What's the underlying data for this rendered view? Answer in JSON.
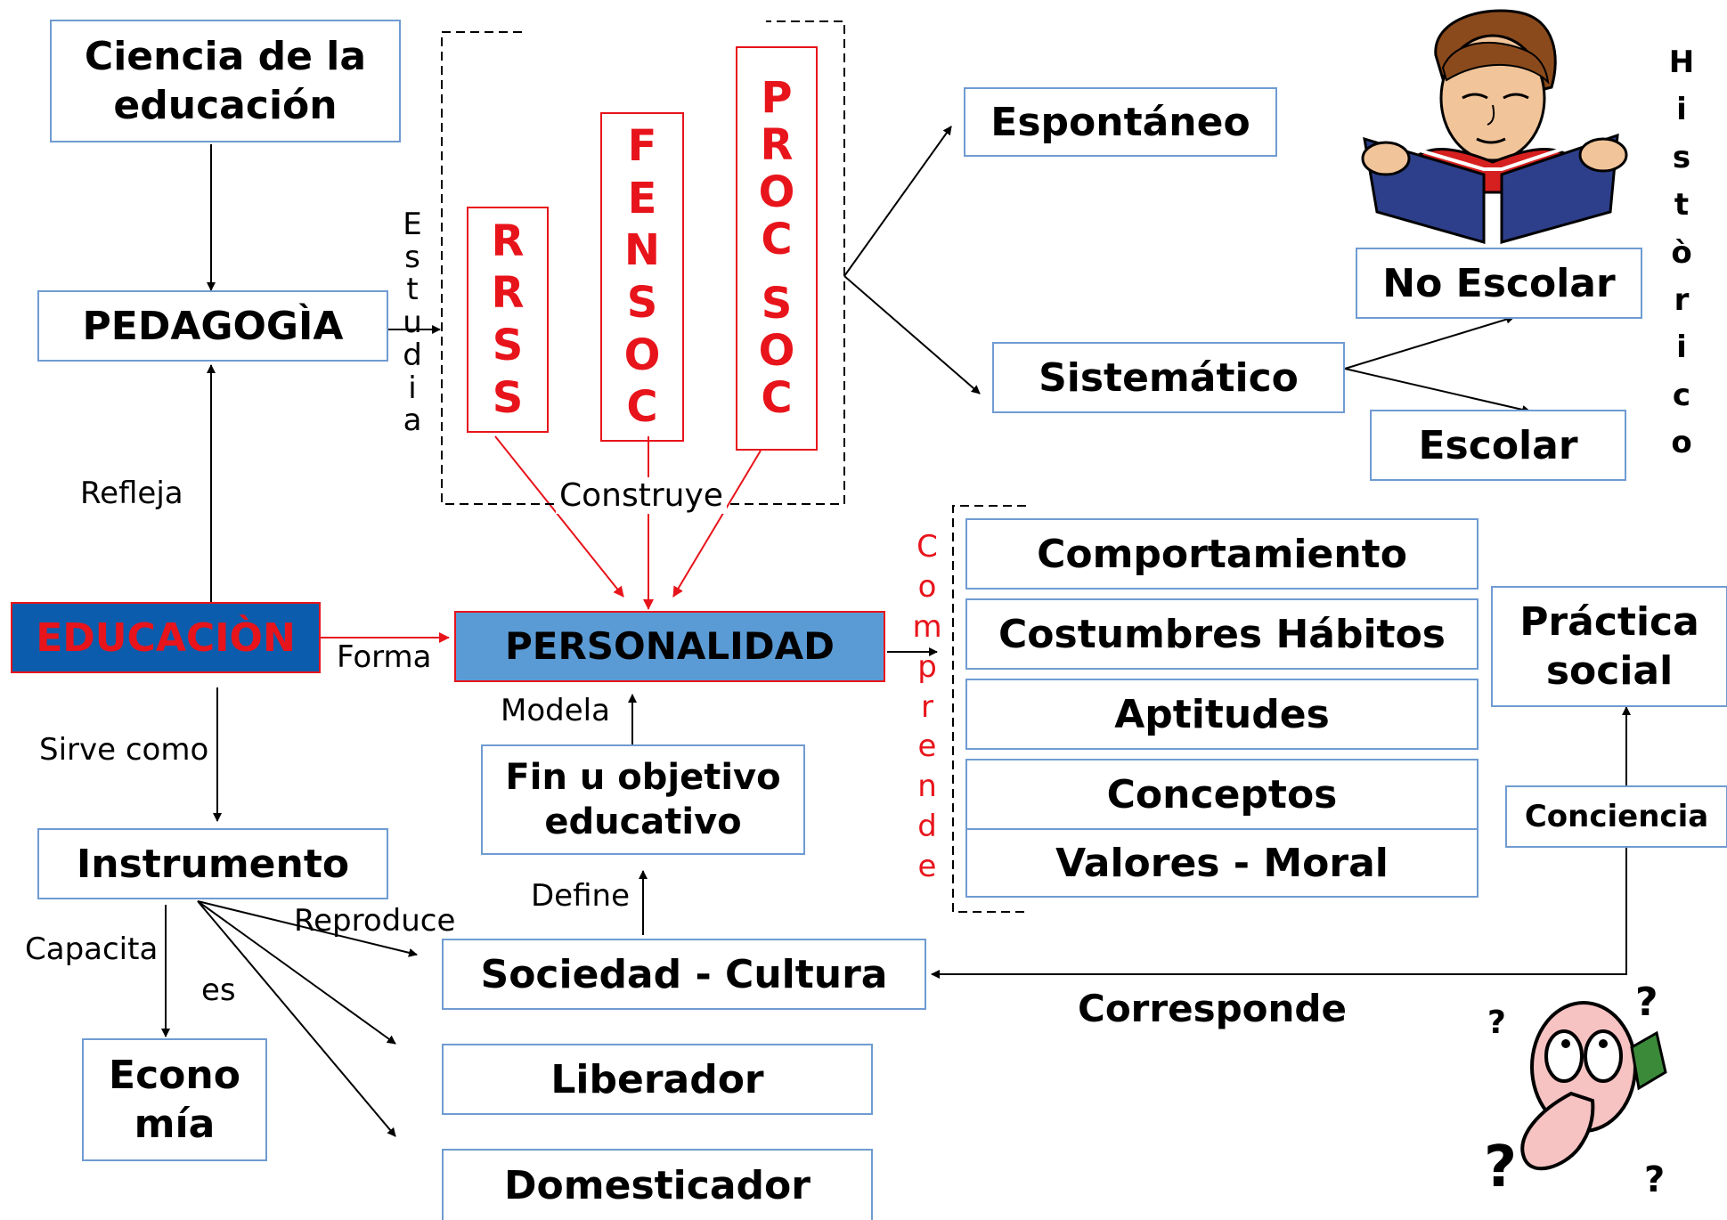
{
  "boxes": {
    "ciencia": "Ciencia de la\neducación",
    "pedagogia": "PEDAGOGÌA",
    "educacion": "EDUCACIÒN",
    "personalidad": "PERSONALIDAD",
    "fin": "Fin u objetivo\neducativo",
    "instrumento": "Instrumento",
    "economia": "Econo\nmía",
    "sociedad": "Sociedad - Cultura",
    "liberador": "Liberador",
    "domesticador": "Domesticador",
    "espontaneo": "Espontáneo",
    "sistematico": "Sistemático",
    "no_escolar": "No Escolar",
    "escolar": "Escolar",
    "comportamiento": "Comportamiento",
    "costumbres": "Costumbres Hábitos",
    "aptitudes": "Aptitudes",
    "conceptos": "Conceptos",
    "valores": "Valores - Moral",
    "practica": "Práctica\nsocial",
    "conciencia": "Conciencia"
  },
  "vertical_boxes": {
    "rrss": [
      "R",
      "R",
      "S",
      "S"
    ],
    "fensoc": [
      "F",
      "E",
      "N",
      "S",
      "O",
      "C"
    ],
    "procsoc": [
      "P",
      "R",
      "O",
      "C",
      "",
      "S",
      "O",
      "C"
    ]
  },
  "labels": {
    "refleja": "Refleja",
    "forma": "Forma",
    "sirve_como": "Sirve como",
    "modela": "Modela",
    "define": "Define",
    "capacita": "Capacita",
    "es": "es",
    "reproduce": "Reproduce",
    "construye": "Construye",
    "corresponde": "Corresponde",
    "estudia": [
      "E",
      "s",
      "t",
      "u",
      "d",
      "i",
      "a"
    ],
    "comprende": [
      "C",
      "o",
      "m",
      "p",
      "r",
      "e",
      "n",
      "d",
      "e"
    ],
    "historico": [
      "H",
      "i",
      "s",
      "t",
      "ò",
      "r",
      "i",
      "c",
      "o"
    ]
  },
  "colors": {
    "box_border": "#6f9bd2",
    "red": "#e8141b",
    "educacion_fill": "#0b5cad",
    "personalidad_fill": "#5b9bd5"
  },
  "icons": {
    "reader": "person-reading-book-icon",
    "thinker": "confused-face-question-marks-icon"
  }
}
